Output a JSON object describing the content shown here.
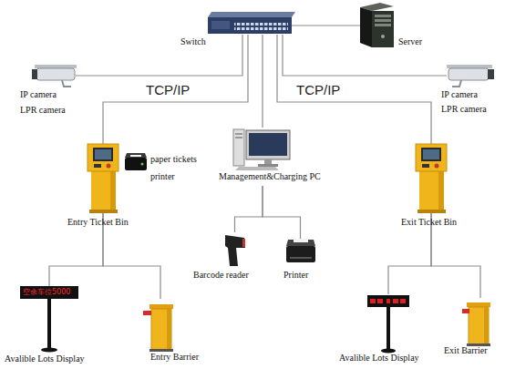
{
  "diagram": {
    "nodes": [
      {
        "text": [
          "Switch"
        ]
      },
      {
        "text": [
          "Server"
        ]
      },
      {
        "text": [
          "IP camera",
          "LPR camera"
        ]
      },
      {
        "text": [
          "IP camera",
          "LPR camera"
        ]
      },
      {
        "text": [
          "Entry Ticket Bin"
        ]
      },
      {
        "text": [
          "paper tickets printer"
        ]
      },
      {
        "text": [
          "Management&Charging PC"
        ]
      },
      {
        "text": [
          "Exit Ticket Bin"
        ]
      },
      {
        "text": [
          "Barcode reader"
        ]
      },
      {
        "text": [
          "Printer"
        ]
      },
      {
        "text": [
          "Avalible Lots Display"
        ]
      },
      {
        "text": [
          "Entry Barrier"
        ]
      },
      {
        "text": [
          "Avalible Lots Display"
        ]
      },
      {
        "text": [
          "Exit Barrier"
        ]
      }
    ],
    "edges": [
      {
        "from": 0,
        "to": 1,
        "arrow": "none"
      },
      {
        "from": 0,
        "to": 2,
        "arrow": "none"
      },
      {
        "from": 0,
        "to": 4,
        "arrow": "none"
      },
      {
        "from": 0,
        "to": 6,
        "arrow": "none"
      },
      {
        "from": 0,
        "to": 3,
        "arrow": "none"
      },
      {
        "from": 0,
        "to": 7,
        "arrow": "none"
      },
      {
        "from": 6,
        "to": 8,
        "arrow": "none"
      },
      {
        "from": 6,
        "to": 9,
        "arrow": "none"
      },
      {
        "from": 4,
        "to": 10,
        "arrow": "none"
      },
      {
        "from": 4,
        "to": 11,
        "arrow": "none"
      },
      {
        "from": 7,
        "to": 12,
        "arrow": "none"
      },
      {
        "from": 7,
        "to": 13,
        "arrow": "none"
      }
    ],
    "labels": [
      "TCP/IP",
      "TCP/IP",
      "空余车位5000"
    ]
  }
}
